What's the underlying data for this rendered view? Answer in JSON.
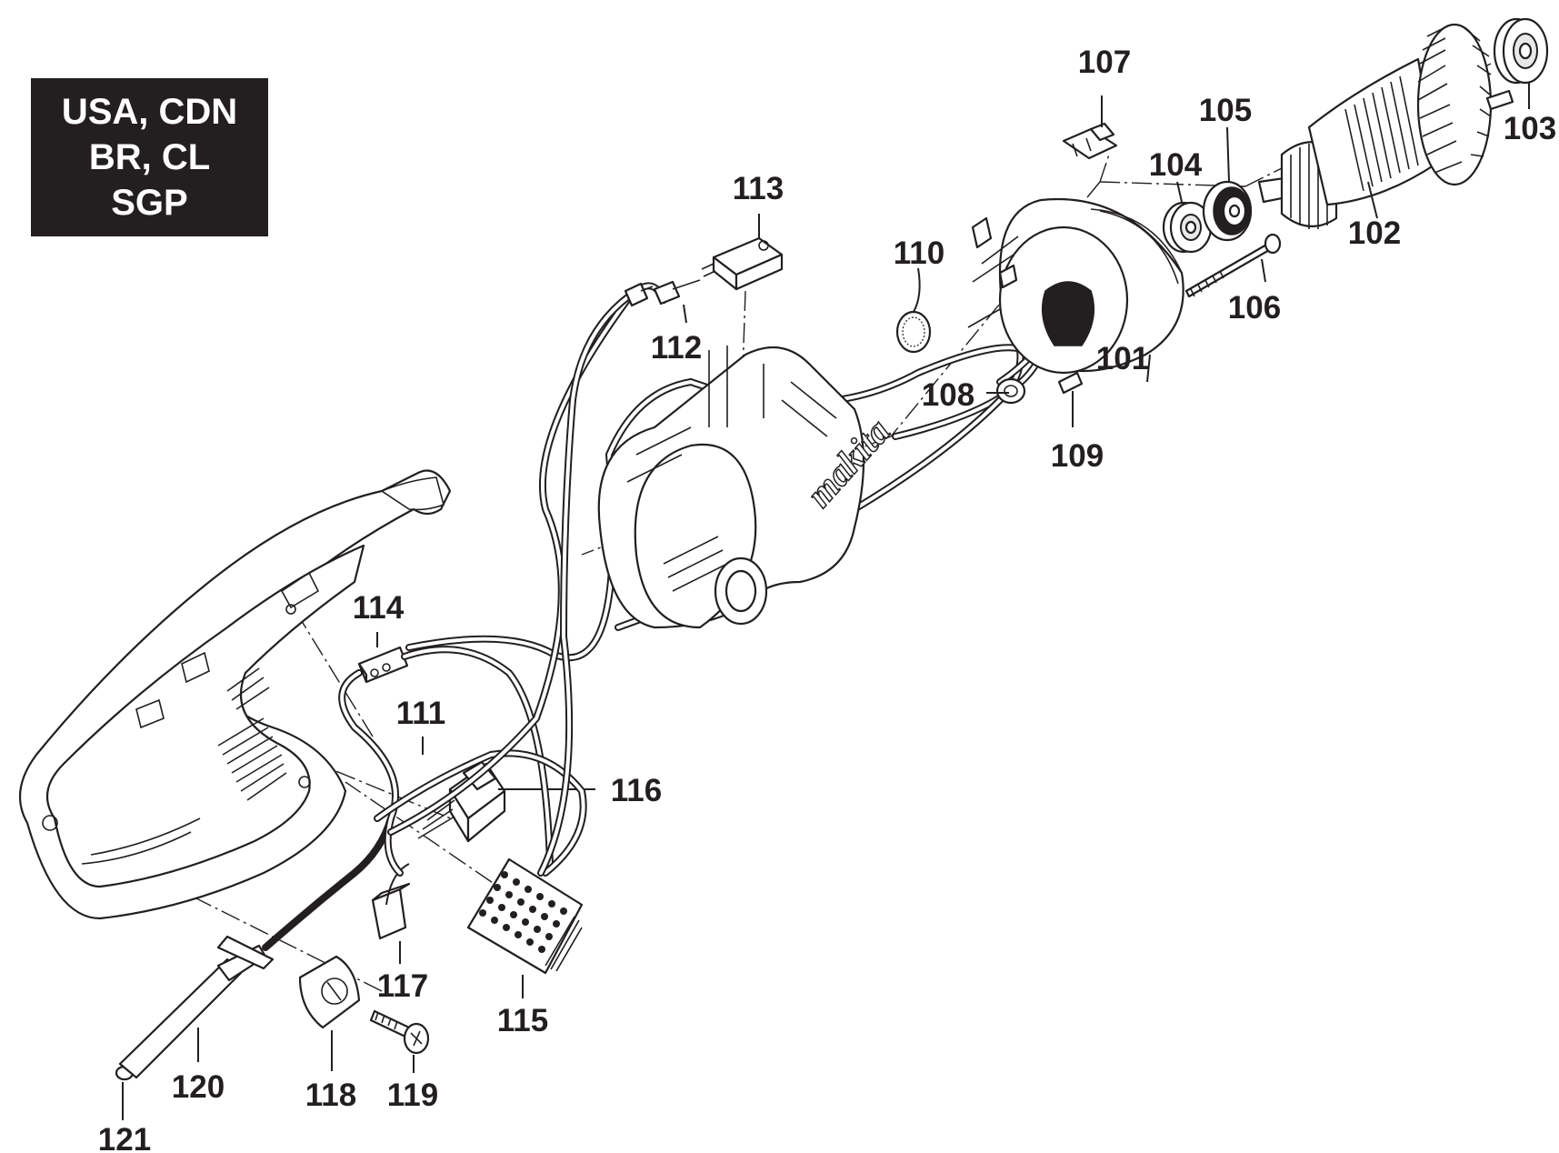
{
  "region_label": [
    "USA, CDN",
    "BR, CL",
    "SGP"
  ],
  "brand_mark": "makita",
  "callouts": {
    "p101": "101",
    "p102": "102",
    "p103": "103",
    "p104": "104",
    "p105": "105",
    "p106": "106",
    "p107": "107",
    "p108": "108",
    "p109": "109",
    "p110": "110",
    "p111": "111",
    "p112": "112",
    "p113": "113",
    "p114": "114",
    "p115": "115",
    "p116": "116",
    "p117": "117",
    "p118": "118",
    "p119": "119",
    "p120": "120",
    "p121": "121"
  }
}
